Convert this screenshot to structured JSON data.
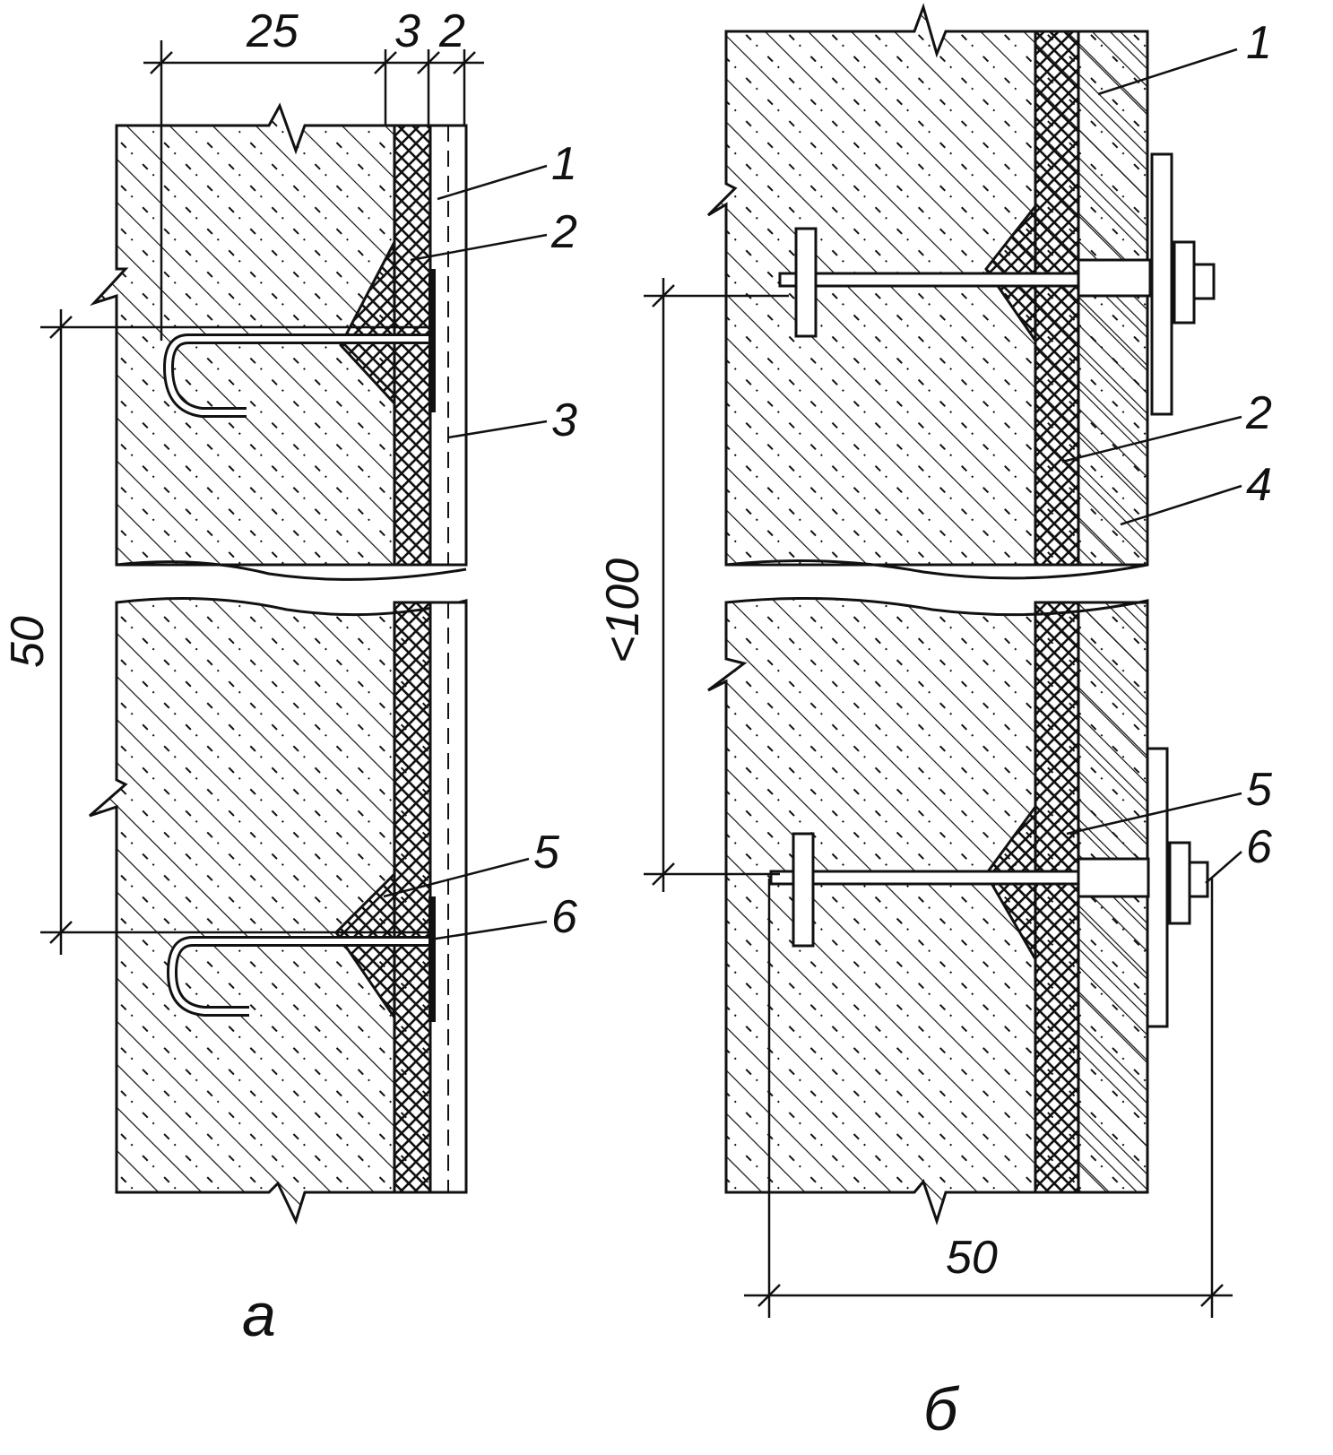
{
  "figure": {
    "colors": {
      "ink": "#111111",
      "paper": "#ffffff"
    },
    "panel_a": {
      "caption": "а",
      "dimensions": {
        "top_a": "25",
        "top_b": "3",
        "top_c": "2",
        "vertical": "50"
      },
      "callouts": {
        "c1": "1",
        "c2": "2",
        "c3": "3",
        "c5": "5",
        "c6": "6"
      }
    },
    "panel_b": {
      "caption": "б",
      "dimensions": {
        "vertical": "<100",
        "bottom": "50"
      },
      "callouts": {
        "c1": "1",
        "c2": "2",
        "c4": "4",
        "c5": "5",
        "c6": "6"
      }
    }
  }
}
